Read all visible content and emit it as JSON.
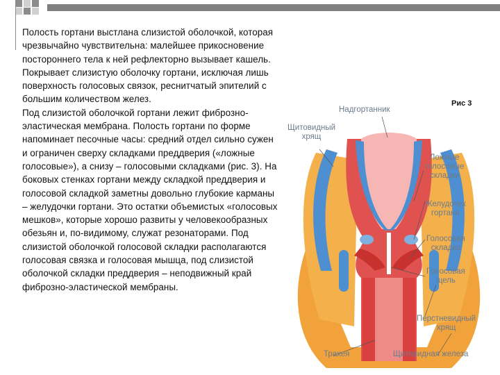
{
  "text": {
    "paragraph1": "Полость гортани выстлана слизистой оболочкой, которая чрезвычайно чувствительна: малейшее прикосновение постороннего тела к ней рефлекторно вызывает кашель. Покрывает слизистую оболочку гортани, исключая лишь поверхность голосовых связок, реснитчатый эпителий с большим количеством желез.",
    "paragraph2": "Под слизистой оболочкой гортани лежит фиброзно-эластическая мембрана. Полость гортани по форме напоминает песочные часы: средний отдел сильно сужен и ограничен сверху складками преддверия («ложные голосовые»), а снизу – голосовыми складками (рис. 3). На боковых стенках гортани между складкой преддверия и голосовой складкой заметны довольно глубокие карманы – желудочки гортани. Это остатки объемистых «голосовых мешков», которые хорошо развиты у человекообразных обезьян и, по-видимому, служат резонаторами. Под слизистой оболочкой голосовой складки располагаются голосовая связка и голосовая мышца, под слизистой оболочкой складки преддверия – неподвижный край фиброзно-эластической мембраны."
  },
  "figure": {
    "caption": "Рис 3",
    "labels": {
      "epiglottis": "Надгортанник",
      "thyroid_cartilage": "Щитовидный\nхрящ",
      "false_vocal_folds": "Ложные\nголосовые\nскладки",
      "laryngeal_ventricle": "Желудочек\nгортани",
      "vocal_fold": "Голосовая\nскладка",
      "glottis": "Голосовая\nщель",
      "cricoid_cartilage": "Перстневидный\nхрящ",
      "trachea": "Трахея",
      "thyroid_gland": "Щитовидная железа"
    }
  },
  "colors": {
    "top_band": "#7f7f7f",
    "mucosa": "#e0524f",
    "cartilage_blue": "#4d8fd1",
    "gland_orange": "#f2a23a",
    "label_gray": "#6b7b8c"
  }
}
